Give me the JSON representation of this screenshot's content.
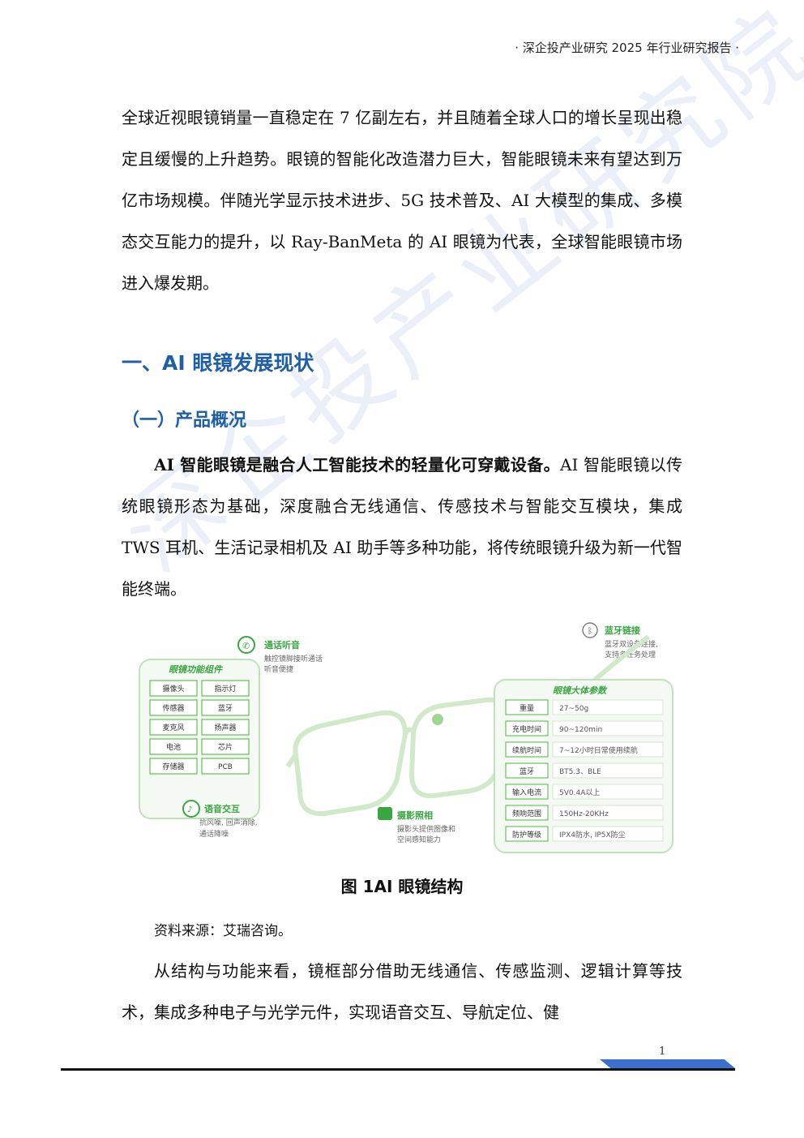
{
  "header": {
    "text": "· 深企投产业研究 2025 年行业研究报告 ·"
  },
  "paragraph1": "全球近视眼镜销量一直稳定在 7 亿副左右，并且随着全球人口的增长呈现出稳定且缓慢的上升趋势。眼镜的智能化改造潜力巨大，智能眼镜未来有望达到万亿市场规模。伴随光学显示技术进步、5G 技术普及、AI 大模型的集成、多模态交互能力的提升，以 Ray-BanMeta 的 AI 眼镜为代表，全球智能眼镜市场进入爆发期。",
  "heading1": "一、AI 眼镜发展现状",
  "heading2": "（一）产品概况",
  "paragraph2": {
    "bold": "AI 智能眼镜是融合人工智能技术的轻量化可穿戴设备。",
    "rest": "AI 智能眼镜以传统眼镜形态为基础，深度融合无线通信、传感技术与智能交互模块，集成 TWS 耳机、生活记录相机及 AI 助手等多种功能，将传统眼镜升级为新一代智能终端。"
  },
  "figure": {
    "components_title": "眼镜功能组件",
    "components": [
      "摄像头",
      "指示灯",
      "传感器",
      "蓝牙",
      "麦克风",
      "扬声器",
      "电池",
      "芯片",
      "存储器",
      "PCB"
    ],
    "call_title": "通话听音",
    "call_desc1": "触控镜脚接听通话",
    "call_desc2": "听音便捷",
    "bt_title": "蓝牙链接",
    "bt_desc1": "蓝牙双设备连接,",
    "bt_desc2": "支持多任务处理",
    "voice_title": "语音交互",
    "voice_desc1": "抗风噪, 回声消除,",
    "voice_desc2": "通话降噪",
    "photo_title": "摄影照相",
    "photo_desc1": "摄影头提供图像和",
    "photo_desc2": "空间感知能力",
    "params_title": "眼镜大体参数",
    "params": [
      {
        "k": "重量",
        "v": "27~50g"
      },
      {
        "k": "充电时间",
        "v": "90~120min"
      },
      {
        "k": "续航时间",
        "v": "7~12小时日常使用续航"
      },
      {
        "k": "蓝牙",
        "v": "BT5.3、BLE"
      },
      {
        "k": "输入电流",
        "v": "5V0.4A以上"
      },
      {
        "k": "频响范围",
        "v": "150Hz-20KHz"
      },
      {
        "k": "防护等级",
        "v": "IPX4防水, IP5X防尘"
      }
    ]
  },
  "caption": "图 1AI 眼镜结构",
  "source": "资料来源：艾瑞咨询。",
  "paragraph3": "从结构与功能来看，镜框部分借助无线通信、传感监测、逻辑计算等技术，集成多种电子与光学元件，实现语音交互、导航定位、健",
  "page_number": "1",
  "watermark": "深企投产业研究院"
}
